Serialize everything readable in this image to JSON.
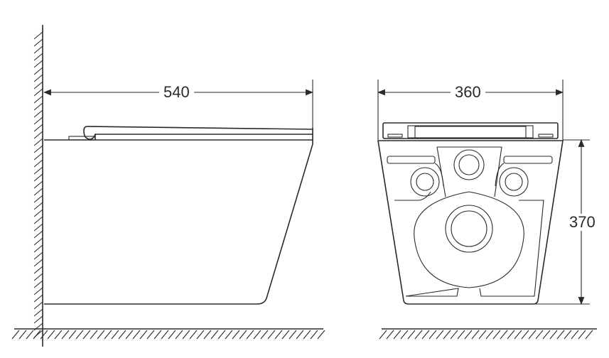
{
  "side_view": {
    "width_label": "540"
  },
  "front_view": {
    "width_label": "360",
    "height_label": "370"
  },
  "colors": {
    "line": "#2a2a2a",
    "background": "#ffffff"
  }
}
